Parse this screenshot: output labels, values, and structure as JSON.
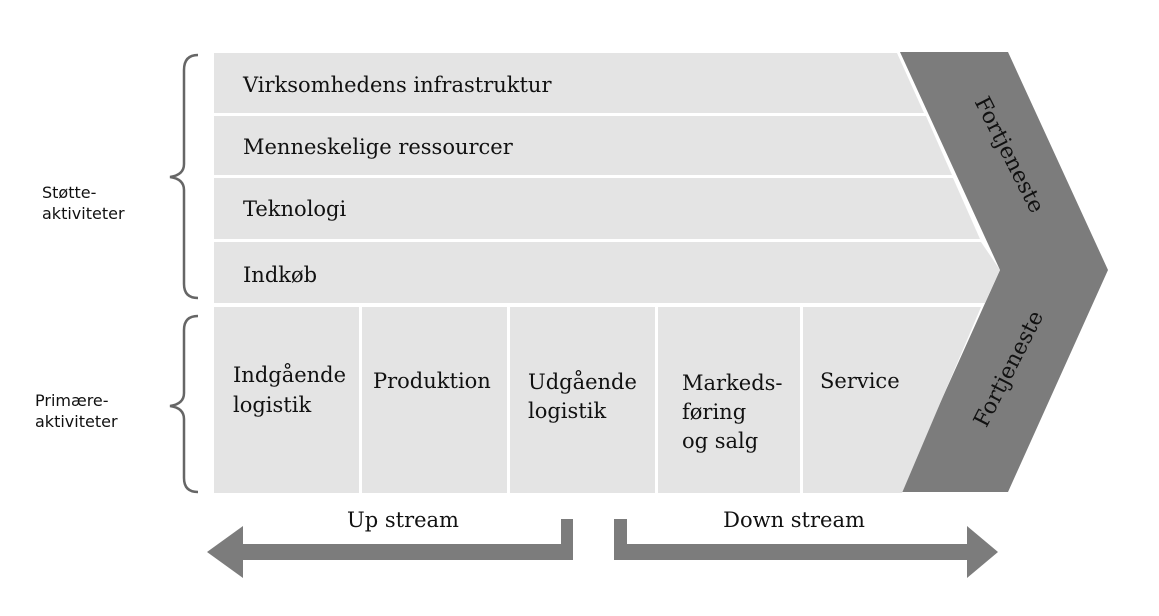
{
  "support": {
    "label_line1": "Støtte-",
    "label_line2": "aktiviteter",
    "rows": [
      "Virksomhedens infrastruktur",
      "Menneskelige ressourcer",
      "Teknologi",
      "Indkøb"
    ]
  },
  "primary": {
    "label_line1": "Primære-",
    "label_line2": "aktiviteter",
    "cols": [
      [
        "Indgående",
        "logistik"
      ],
      [
        "Produktion"
      ],
      [
        "Udgående",
        "logistik"
      ],
      [
        "Markeds-",
        "føring",
        "og salg"
      ],
      [
        "Service"
      ]
    ]
  },
  "margin": {
    "upper": "Fortjeneste",
    "lower": "Fortjeneste"
  },
  "streams": {
    "up": "Up stream",
    "down": "Down stream"
  },
  "colors": {
    "block": "#e4e4e4",
    "margin": "#7c7c7c",
    "arrow": "#7c7c7c",
    "brace": "#666666"
  }
}
